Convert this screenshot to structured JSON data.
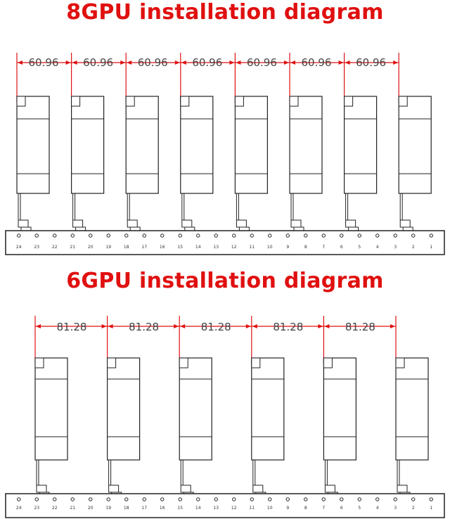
{
  "diagrams": [
    {
      "title": "8GPU installation diagram",
      "spacing_label": "60.96",
      "gpu_count": 8,
      "slot_labels": [
        "24",
        "23",
        "22",
        "21",
        "20",
        "19",
        "18",
        "17",
        "16",
        "15",
        "14",
        "13",
        "12",
        "11",
        "10",
        "9",
        "8",
        "7",
        "6",
        "5",
        "4",
        "3",
        "2",
        "1"
      ]
    },
    {
      "title": "6GPU installation diagram",
      "spacing_label": "81.28",
      "gpu_count": 6,
      "slot_labels": [
        "24",
        "23",
        "22",
        "21",
        "20",
        "19",
        "18",
        "17",
        "16",
        "15",
        "14",
        "13",
        "12",
        "11",
        "10",
        "9",
        "8",
        "7",
        "6",
        "5",
        "4",
        "3",
        "2",
        "1"
      ]
    }
  ],
  "colors": {
    "title": "#e01010",
    "dimension_line": "#e01010",
    "outline": "#222222"
  }
}
